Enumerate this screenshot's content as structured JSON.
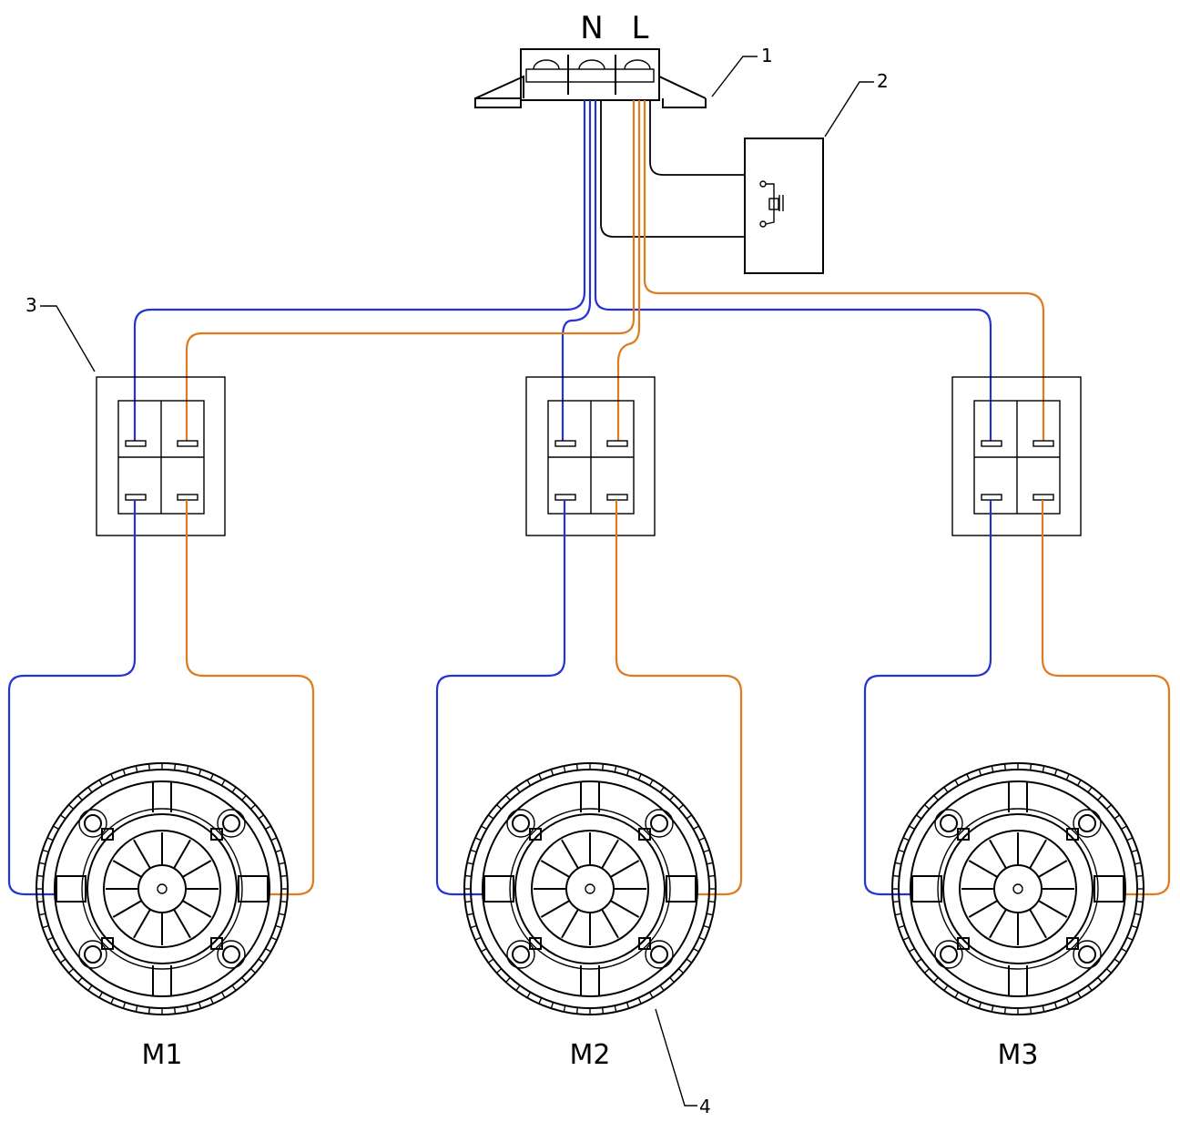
{
  "terminal": {
    "label_n": "N",
    "label_l": "L"
  },
  "callouts": [
    {
      "id": "1",
      "text": "1"
    },
    {
      "id": "2",
      "text": "2"
    },
    {
      "id": "3",
      "text": "3"
    },
    {
      "id": "4",
      "text": "4"
    }
  ],
  "motors": [
    {
      "label": "M1"
    },
    {
      "label": "M2"
    },
    {
      "label": "M3"
    }
  ],
  "colors": {
    "neutral_wire": "#2432d6",
    "live_wire": "#e07a1c",
    "ground_wire": "#000000"
  },
  "icons": [
    "terminal-block",
    "capacitor-box",
    "rocker-switch",
    "motor"
  ]
}
